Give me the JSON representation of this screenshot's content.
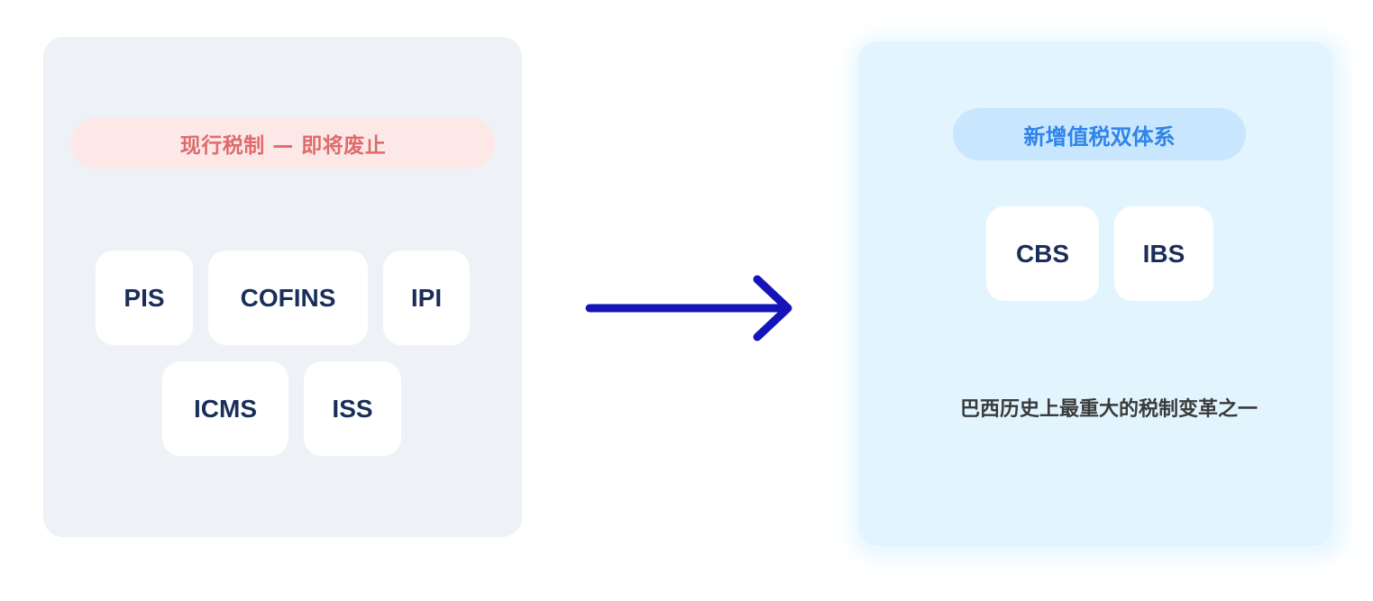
{
  "current_system": {
    "label": "现行税制 — 即将废止",
    "taxes": [
      "PIS",
      "COFINS",
      "IPI",
      "ICMS",
      "ISS"
    ]
  },
  "new_system": {
    "label": "新增值税双体系",
    "taxes": [
      "CBS",
      "IBS"
    ],
    "tagline": "巴西历史上最重大的税制变革之一"
  },
  "colors": {
    "arrow": "#1414b8",
    "current_label_text": "#df6b6b",
    "new_label_text": "#2f84e8",
    "chip_text": "#1a2e5a"
  },
  "icons": {
    "transition": "right-arrow-icon"
  }
}
